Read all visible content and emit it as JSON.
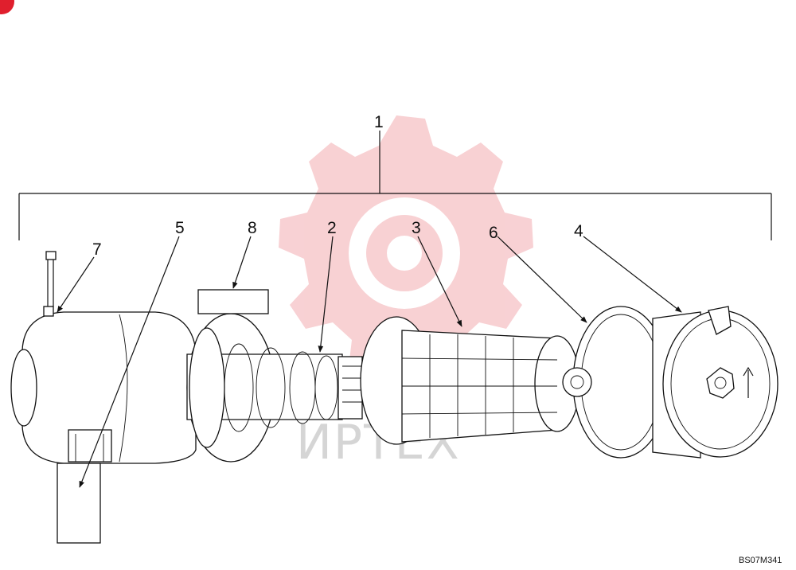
{
  "diagram": {
    "callouts": [
      "1",
      "2",
      "3",
      "4",
      "5",
      "6",
      "7",
      "8"
    ],
    "reference_code": "BS07M341",
    "watermark_text": "ИРТЕХ",
    "colors": {
      "line": "#111111",
      "watermark_gear": "#f7c9cc",
      "corner_badge": "#e01f2d"
    }
  }
}
